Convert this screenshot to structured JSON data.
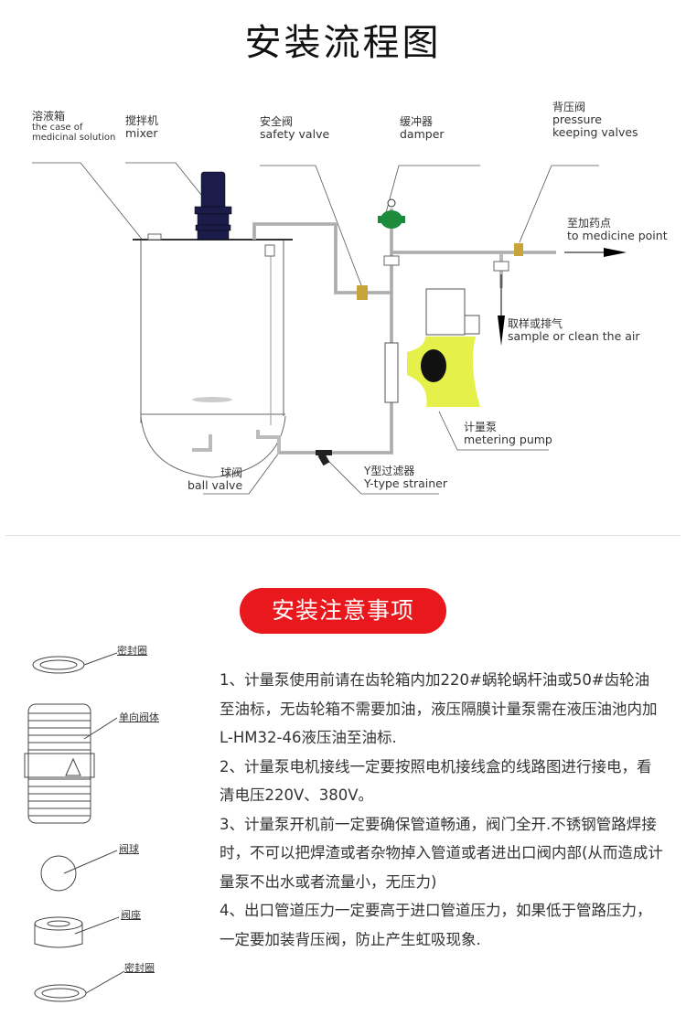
{
  "title": "安装流程图",
  "diagram": {
    "labels": {
      "tank": {
        "zh": "溶液箱",
        "en1": "the case of",
        "en2": "medicinal solution"
      },
      "mixer": {
        "zh": "搅拌机",
        "en": "mixer"
      },
      "safety_valve": {
        "zh": "安全阀",
        "en": "safety valve"
      },
      "damper": {
        "zh": "缓冲器",
        "en": "damper"
      },
      "pressure_valve": {
        "zh": "背压阀",
        "en1": "pressure",
        "en2": "keeping valves"
      },
      "medicine_point": {
        "zh": "至加药点",
        "en": "to medicine point"
      },
      "sample": {
        "zh": "取样或排气",
        "en": "sample or clean the air"
      },
      "pump": {
        "zh": "计量泵",
        "en": "metering pump"
      },
      "ball_valve": {
        "zh": "球阀",
        "en": "ball valve"
      },
      "strainer": {
        "zh": "Y型过滤器",
        "en": "Y-type strainer"
      }
    }
  },
  "notes_button": "安装注意事项",
  "parts": [
    "密封圈",
    "单向阀体",
    "阀球",
    "阀座",
    "密封圈"
  ],
  "notes": [
    "1、计量泵使用前请在齿轮箱内加220#蜗轮蜗杆油或50#齿轮油至油标，无齿轮箱不需要加油，液压隔膜计量泵需在液压油池内加L-HM32-46液压油至油标.",
    "2、计量泵电机接线一定要按照电机接线盒的线路图进行接电，看清电压220V、380V。",
    "3、计量泵开机前一定要确保管道畅通，阀门全开.不锈钢管路焊接时，不可以把焊渣或者杂物掉入管道或者进出口阀内部(从而造成计量泵不出水或者流量小，无压力)",
    "4、出口管道压力一定要高于进口管道压力，如果低于管路压力，一定要加装背压阀，防止产生虹吸现象."
  ],
  "colors": {
    "accent": "#e8181c",
    "pump": "#e6f04a",
    "motor": "#1c1c4a",
    "damper": "#1e8a3c",
    "valve": "#c9a43a"
  }
}
